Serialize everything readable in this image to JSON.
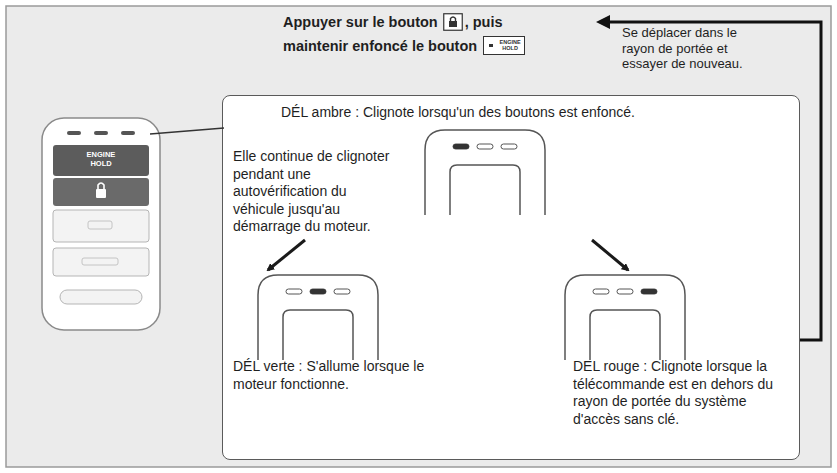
{
  "diagram": {
    "nodes": [
      {
        "text": [
          "DÉL ambre : Clignote lorsqu'un des boutons est enfoncé.",
          "Elle continue de clignoter pendant une autovérification du véhicule jusqu'au démarrage du moteur.",
          "DÉL verte : S'allume lorsque le moteur fonctionne.",
          "DÉL rouge : Clignote lorsque la télécommande est en dehors du rayon de portée du système d'accès sans clé."
        ]
      }
    ],
    "labels": [
      "Appuyer sur le bouton",
      ", puis",
      "maintenir enfoncé le bouton",
      "ENGINE HOLD",
      "Se déplacer dans le rayon de portée et essayer de nouveau.",
      "ENGINE HOLD"
    ]
  }
}
